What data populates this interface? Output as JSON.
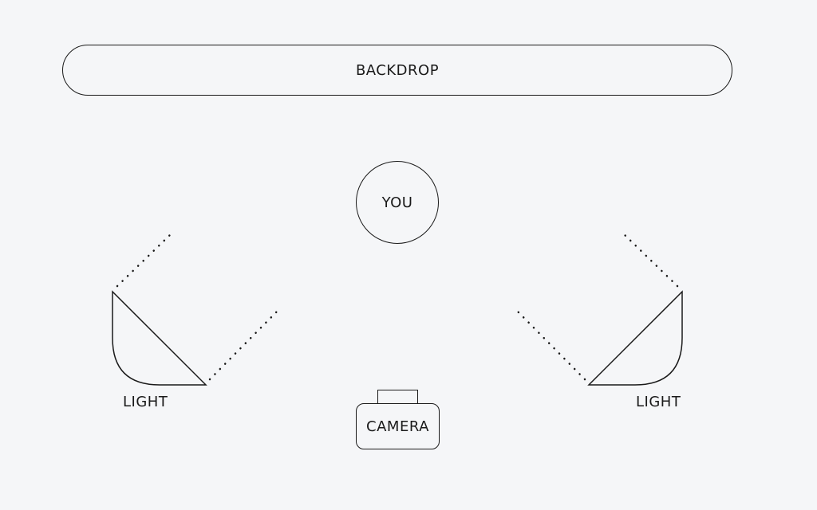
{
  "diagram": {
    "backdrop_label": "BACKDROP",
    "subject_label": "YOU",
    "camera_label": "CAMERA",
    "lights": [
      {
        "label": "LIGHT"
      },
      {
        "label": "LIGHT"
      }
    ]
  },
  "colors": {
    "background": "#f5f6f8",
    "stroke": "#1a1a1a"
  }
}
